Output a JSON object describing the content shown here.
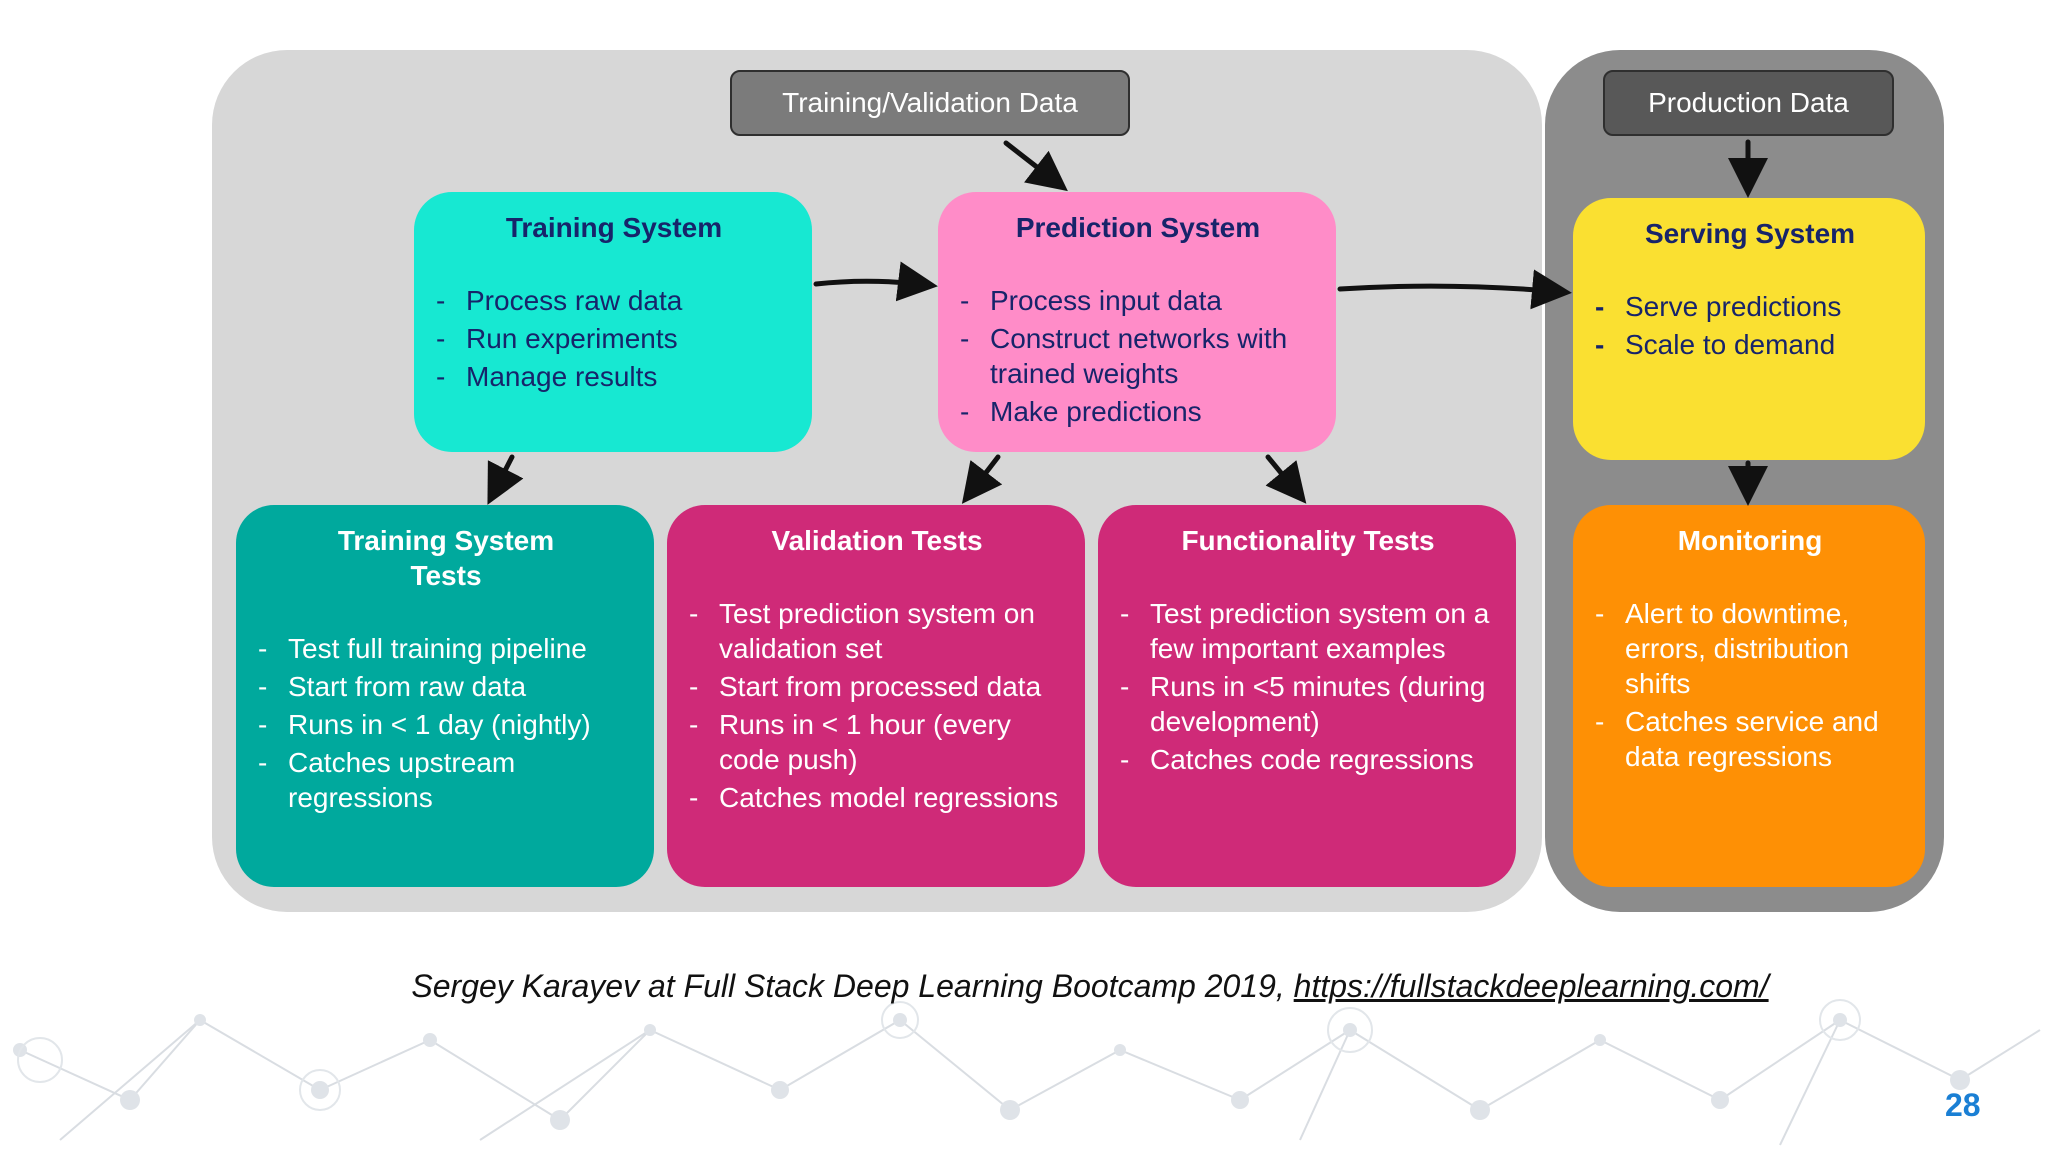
{
  "labels": {
    "training_validation": "Training/Validation Data",
    "production": "Production Data"
  },
  "training_system": {
    "title": "Training System",
    "items": [
      "Process raw data",
      "Run experiments",
      "Manage results"
    ]
  },
  "prediction_system": {
    "title": "Prediction System",
    "items": [
      "Process input data",
      "Construct networks with trained weights",
      "Make predictions"
    ]
  },
  "serving_system": {
    "title": "Serving System",
    "items": [
      "Serve predictions",
      "Scale to demand"
    ]
  },
  "training_system_tests": {
    "title": "Training System\nTests",
    "items": [
      "Test full training pipeline",
      "Start from raw data",
      "Runs in < 1 day (nightly)",
      "Catches upstream regressions"
    ]
  },
  "validation_tests": {
    "title": "Validation Tests",
    "items": [
      "Test prediction system on validation set",
      "Start from processed data",
      "Runs in < 1 hour (every code push)",
      "Catches model regressions"
    ]
  },
  "functionality_tests": {
    "title": "Functionality Tests",
    "items": [
      "Test prediction system on a few important examples",
      "Runs in <5 minutes (during development)",
      "Catches code regressions"
    ]
  },
  "monitoring": {
    "title": "Monitoring",
    "items": [
      "Alert to downtime, errors, distribution shifts",
      "Catches service and data regressions"
    ]
  },
  "caption": {
    "text": "Sergey Karayev at Full Stack Deep Learning Bootcamp 2019, ",
    "link": "https://fullstackdeeplearning.com/"
  },
  "page_number": "28",
  "colors": {
    "left_panel": "#d7d7d7",
    "right_panel": "#8c8c8c",
    "training": "#17e8d2",
    "prediction": "#ff8cc8",
    "serving": "#fae031",
    "training_tests": "#00a99d",
    "tests_magenta": "#cf2a78",
    "monitoring": "#fe9005",
    "page_number": "#1a7fd4"
  }
}
